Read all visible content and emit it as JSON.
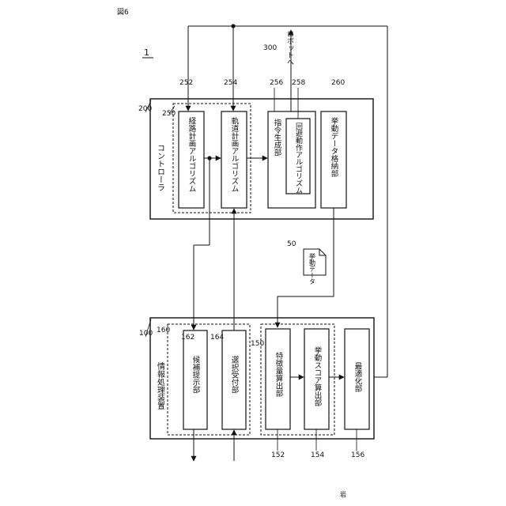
{
  "figure_label": "図6",
  "system_ref": "1",
  "controller": {
    "ref": "200",
    "title": "コントローラ",
    "group_ref": "250",
    "path_planning": {
      "ref": "252",
      "label": "経路計画アルゴリズム"
    },
    "trajectory_planning": {
      "ref": "254",
      "label": "軌道計画アルゴリズム"
    },
    "command_generator": {
      "ref": "256",
      "label": "指令生成部"
    },
    "avoidance": {
      "ref": "258",
      "label": "回避動作アルゴリズム"
    },
    "behavior_storage": {
      "ref": "260",
      "label": "挙動データ格納部"
    }
  },
  "robot": {
    "ref": "300",
    "label": "ロボットへ"
  },
  "behavior_data": {
    "ref": "50",
    "label": "挙動データ"
  },
  "info_processor": {
    "ref": "100",
    "title": "情報処理装置",
    "group_a_ref": "160",
    "group_b_ref": "150",
    "candidate_presenter": {
      "ref": "162",
      "label": "候補提示部"
    },
    "selection_receiver": {
      "ref": "164",
      "label": "選択受付部"
    },
    "feature_calculator": {
      "ref": "152",
      "label": "特徴量算出部"
    },
    "score_calculator": {
      "ref": "154",
      "label": "挙動スコア算出部"
    },
    "optimizer": {
      "ref": "156",
      "label": "最適化部"
    }
  },
  "footer_mark": "岩"
}
